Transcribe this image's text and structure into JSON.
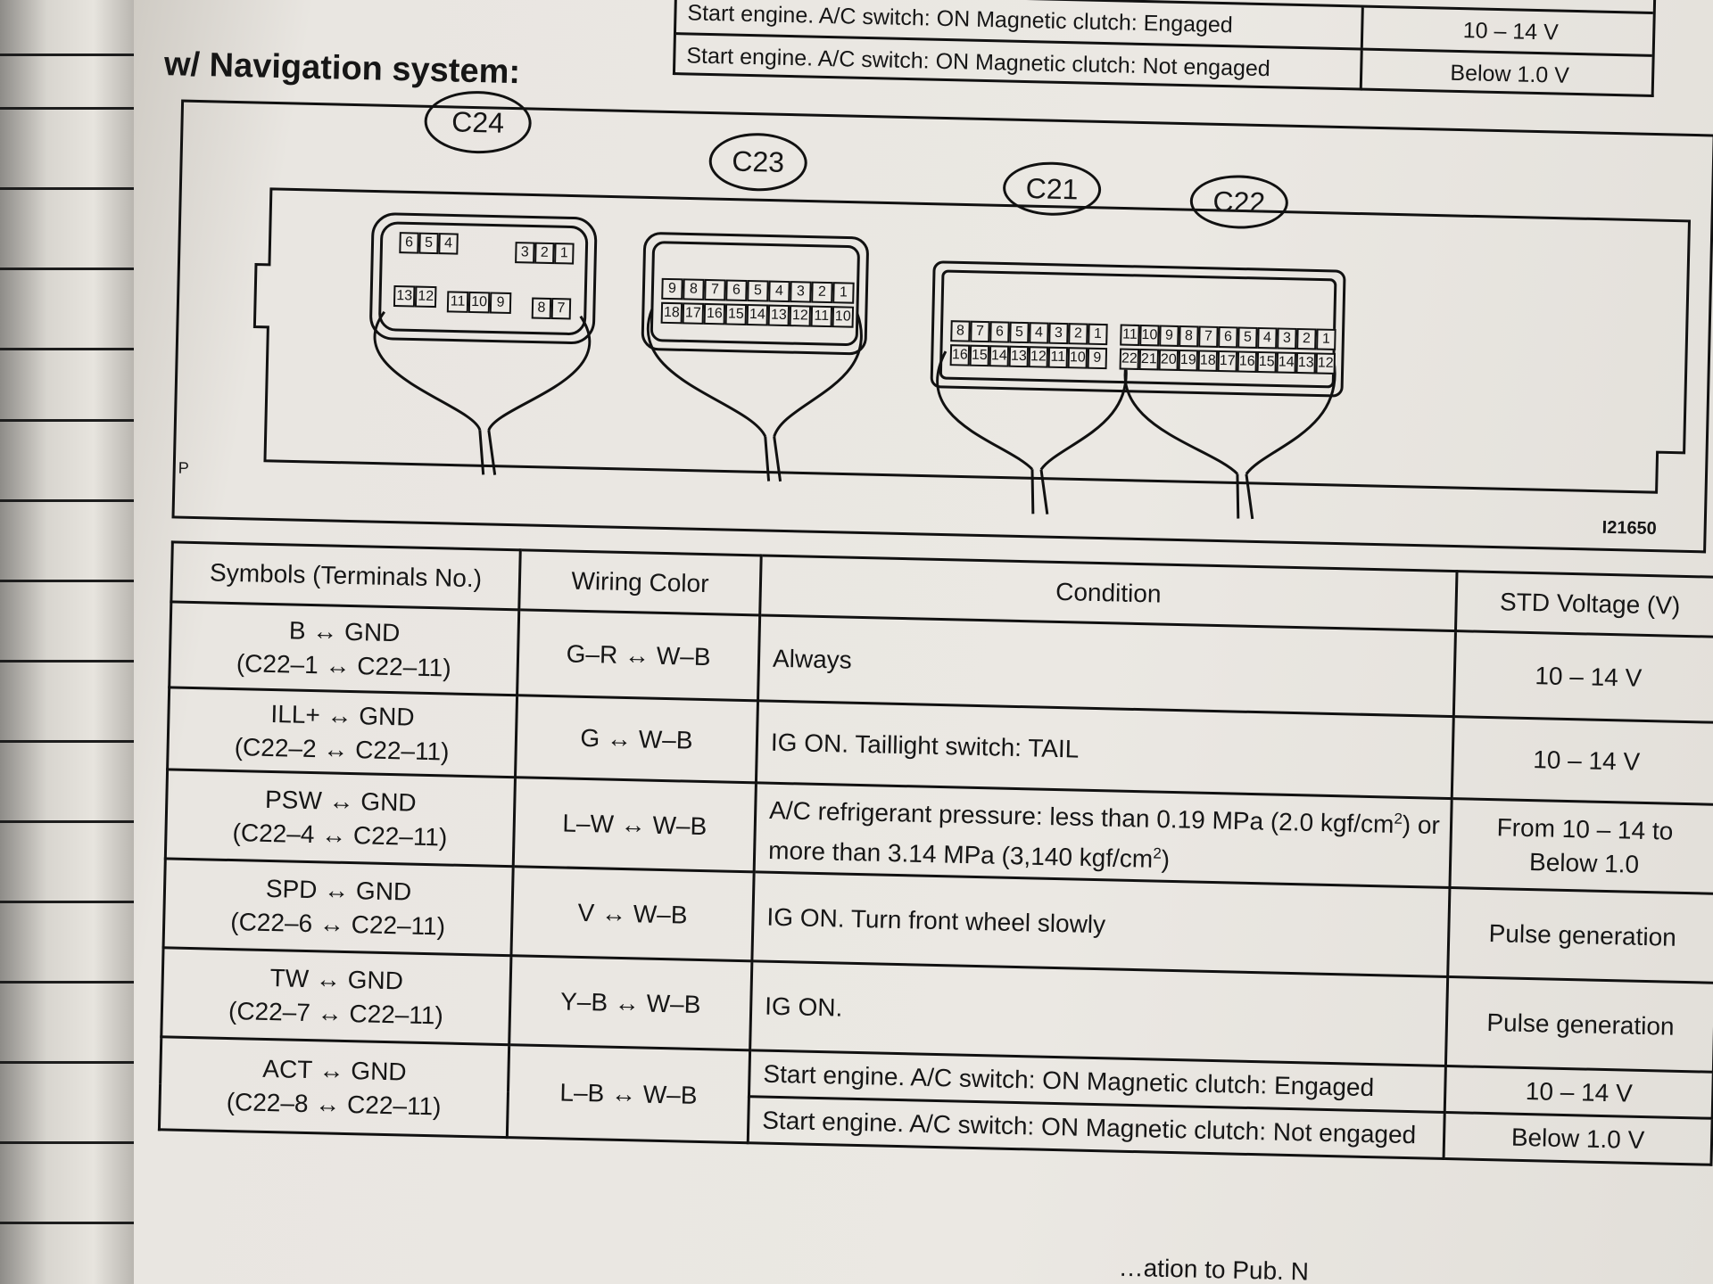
{
  "top_table": {
    "rows": [
      {
        "condition": "Start engine. A/C switch: ON Magnetic clutch: Engaged",
        "voltage": "10 – 14 V"
      },
      {
        "condition": "Start engine. A/C switch: ON Magnetic clutch: Not engaged",
        "voltage": "Below 1.0 V"
      }
    ]
  },
  "section_heading": "w/ Navigation system:",
  "diagram": {
    "connectors": [
      {
        "label": "C24",
        "top_left": [
          "6",
          "5",
          "4"
        ],
        "top_right": [
          "3",
          "2",
          "1"
        ],
        "bottom_left": [
          "13",
          "12"
        ],
        "bottom_mid": [
          "11",
          "10",
          "9"
        ],
        "bottom_right": [
          "8",
          "7"
        ]
      },
      {
        "label": "C23",
        "top_row": [
          "9",
          "8",
          "7",
          "6",
          "5",
          "4",
          "3",
          "2",
          "1"
        ],
        "bottom_row": [
          "18",
          "17",
          "16",
          "15",
          "14",
          "13",
          "12",
          "11",
          "10"
        ]
      },
      {
        "label": "C21",
        "top_row": [
          "8",
          "7",
          "6",
          "5",
          "4",
          "3",
          "2",
          "1"
        ],
        "bottom_row": [
          "16",
          "15",
          "14",
          "13",
          "12",
          "11",
          "10",
          "9"
        ]
      },
      {
        "label": "C22",
        "top_row": [
          "11",
          "10",
          "9",
          "8",
          "7",
          "6",
          "5",
          "4",
          "3",
          "2",
          "1"
        ],
        "bottom_row": [
          "22",
          "21",
          "20",
          "19",
          "18",
          "17",
          "16",
          "15",
          "14",
          "13",
          "12"
        ]
      }
    ],
    "corner_mark": "P",
    "figure_id": "I21650"
  },
  "table": {
    "headers": {
      "symbols": "Symbols (Terminals No.)",
      "wiring": "Wiring Color",
      "condition": "Condition",
      "voltage": "STD Voltage (V)"
    },
    "rows": [
      {
        "symbol": "B ↔ GND",
        "terminals": "(C22–1 ↔ C22–11)",
        "wiring": "G–R ↔ W–B",
        "condition": "Always",
        "voltage": "10 – 14 V"
      },
      {
        "symbol": "ILL+ ↔ GND",
        "terminals": "(C22–2 ↔ C22–11)",
        "wiring": "G ↔ W–B",
        "condition": "IG ON. Taillight switch: TAIL",
        "voltage": "10 – 14 V"
      },
      {
        "symbol": "PSW ↔ GND",
        "terminals": "(C22–4 ↔ C22–11)",
        "wiring": "L–W ↔ W–B",
        "condition_line1_a": "A/C refrigerant pressure: less than 0.19 MPa (2.0 kgf/cm",
        "condition_line1_sup": "2",
        "condition_line1_b": ") or",
        "condition_line2_a": "more than 3.14 MPa (3,140 kgf/cm",
        "condition_line2_sup": "2",
        "condition_line2_b": ")",
        "voltage_line1": "From 10 – 14 to",
        "voltage_line2": "Below 1.0"
      },
      {
        "symbol": "SPD ↔ GND",
        "terminals": "(C22–6 ↔ C22–11)",
        "wiring": "V ↔ W–B",
        "condition": "IG ON. Turn front wheel slowly",
        "voltage": "Pulse generation"
      },
      {
        "symbol": "TW ↔ GND",
        "terminals": "(C22–7 ↔ C22–11)",
        "wiring": "Y–B ↔ W–B",
        "condition": "IG ON.",
        "voltage": "Pulse generation"
      },
      {
        "symbol": "ACT ↔ GND",
        "terminals": "(C22–8 ↔ C22–11)",
        "wiring": "L–B ↔ W–B",
        "condition_engaged": "Start engine. A/C switch: ON Magnetic clutch: Engaged",
        "voltage_engaged": "10 – 14 V",
        "condition_not_engaged": "Start engine. A/C switch: ON Magnetic clutch: Not engaged",
        "voltage_not_engaged": "Below 1.0 V"
      }
    ]
  },
  "footer_fragment": "…ation to Pub. N"
}
